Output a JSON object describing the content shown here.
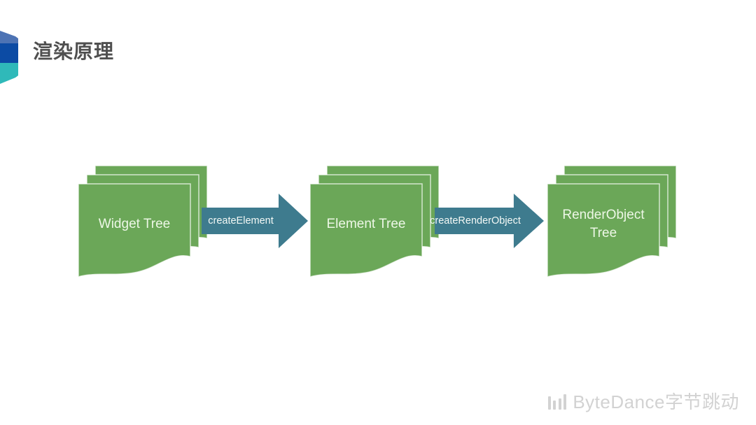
{
  "slide": {
    "title": "渲染原理",
    "background_color": "#FFFFFF",
    "title_color": "#4F4F4F"
  },
  "corner_logo": {
    "icon": "cube-ribbon-icon",
    "band_colors": [
      "#4D73B4",
      "#0C4BA4",
      "#2FB9B9"
    ]
  },
  "diagram": {
    "type": "flow",
    "nodes": [
      {
        "id": "widget-tree",
        "label": "Widget Tree",
        "shape": "stacked-documents"
      },
      {
        "id": "element-tree",
        "label": "Element Tree",
        "shape": "stacked-documents"
      },
      {
        "id": "renderobject-tree",
        "label": "RenderObject Tree",
        "shape": "stacked-documents"
      }
    ],
    "connectors": [
      {
        "from": "widget-tree",
        "to": "element-tree",
        "label": "createElement"
      },
      {
        "from": "element-tree",
        "to": "renderobject-tree",
        "label": "createRenderObject"
      }
    ],
    "colors": {
      "node_fill": "#6BA758",
      "node_text": "#EDF7E6",
      "arrow_fill": "#3E7B8E",
      "arrow_text": "#F4F9F6"
    }
  },
  "footer": {
    "icon": "bytedance-bars-icon",
    "brand_text": "ByteDance字节跳动",
    "color": "#D2D2D2"
  }
}
